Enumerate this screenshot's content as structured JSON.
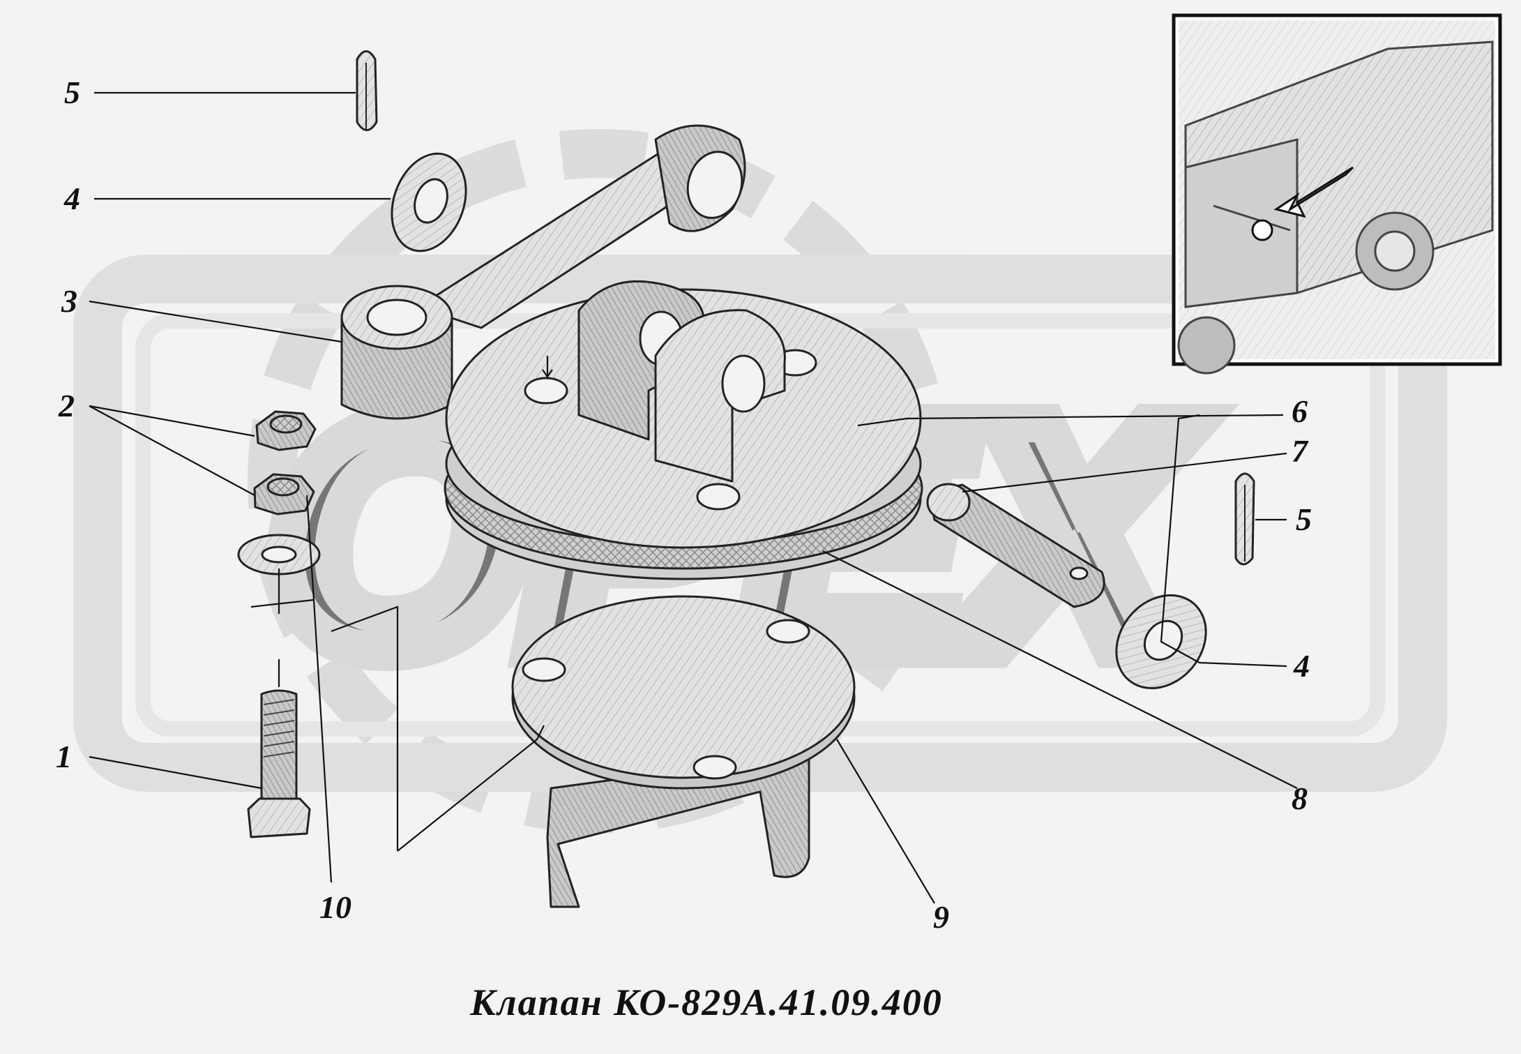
{
  "caption": "Клапан КО-829А.41.09.400",
  "watermark": "OPEX",
  "callouts": {
    "c1": "1",
    "c2": "2",
    "c3": "3",
    "c4_left": "4",
    "c5_left": "5",
    "c6": "6",
    "c7": "7",
    "c5_right": "5",
    "c4_right": "4",
    "c8": "8",
    "c9": "9",
    "c10": "10"
  },
  "colors": {
    "background": "#f3f3f3",
    "part_fill": "#e6e6e6",
    "part_shade": "#bdbdbd",
    "watermark": "#cfcfcf",
    "ink": "#111111"
  }
}
